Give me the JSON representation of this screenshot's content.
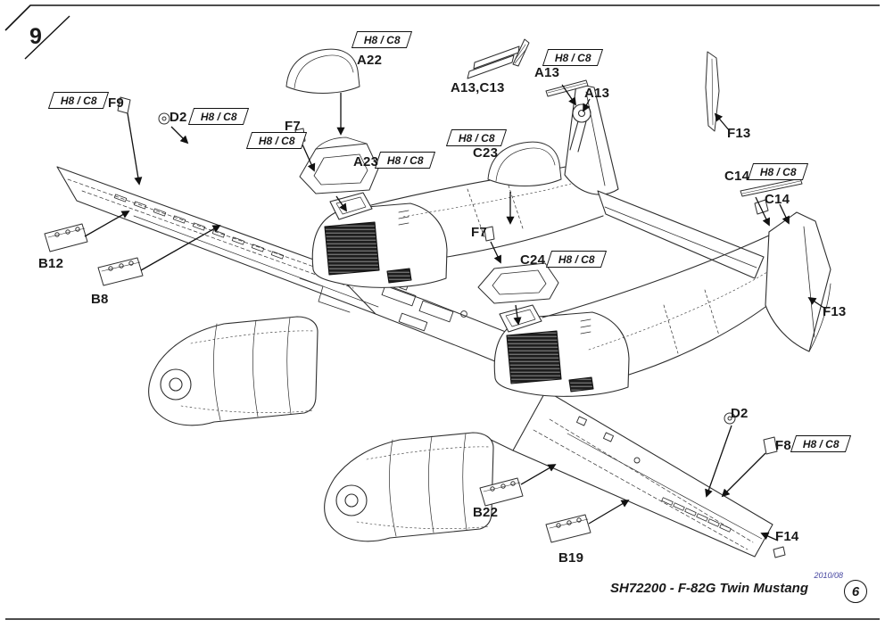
{
  "step": {
    "number": "9"
  },
  "paint_callout": "H8 / C8",
  "parts": {
    "A22": "A22",
    "A23": "A23",
    "A13C13": "A13,C13",
    "A13": "A13",
    "C23": "C23",
    "C24": "C24",
    "C14": "C14",
    "F7": "F7",
    "F8": "F8",
    "F9": "F9",
    "F13": "F13",
    "F14": "F14",
    "D2": "D2",
    "B8": "B8",
    "B12": "B12",
    "B19": "B19",
    "B22": "B22"
  },
  "footer": {
    "date": "2010/08",
    "kit_title": "SH72200 - F-82G Twin Mustang",
    "page_number": "6"
  },
  "colors": {
    "ink": "#1a1a1a",
    "footer_date_blue": "#4646a0"
  }
}
